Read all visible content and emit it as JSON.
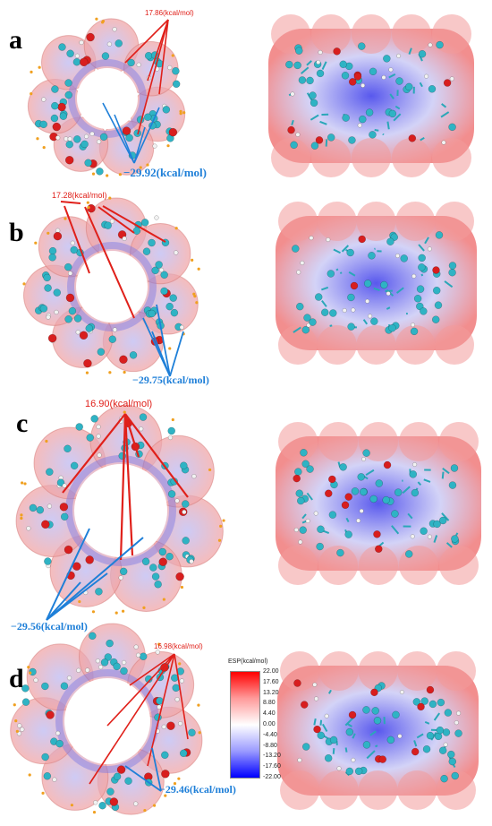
{
  "panels": [
    {
      "label": "a",
      "positive_annotation": "17.86(kcal/mol)",
      "negative_annotation": "−29.92(kcal/mol)"
    },
    {
      "label": "b",
      "positive_annotation": "17.28(kcal/mol)",
      "negative_annotation": "−29.75(kcal/mol)"
    },
    {
      "label": "c",
      "positive_annotation": "16.90(kcal/mol)",
      "negative_annotation": "−29.56(kcal/mol)"
    },
    {
      "label": "d",
      "positive_annotation": "16.98(kcal/mol)",
      "negative_annotation": "−29.46(kcal/mol)"
    }
  ],
  "colorbar": {
    "title": "ESP(kcal/mol)",
    "ticks": [
      "22.00",
      "17.60",
      "13.20",
      "8.80",
      "4.40",
      "0.00",
      "-4.40",
      "-8.80",
      "-13.20",
      "-17.60",
      "-22.00"
    ]
  },
  "colors": {
    "positive": "#e0201a",
    "negative": "#1e7fd8",
    "carbon": "#2fb3c4",
    "oxygen": "#d81e1e",
    "hydrogen": "#f2f2f2"
  }
}
